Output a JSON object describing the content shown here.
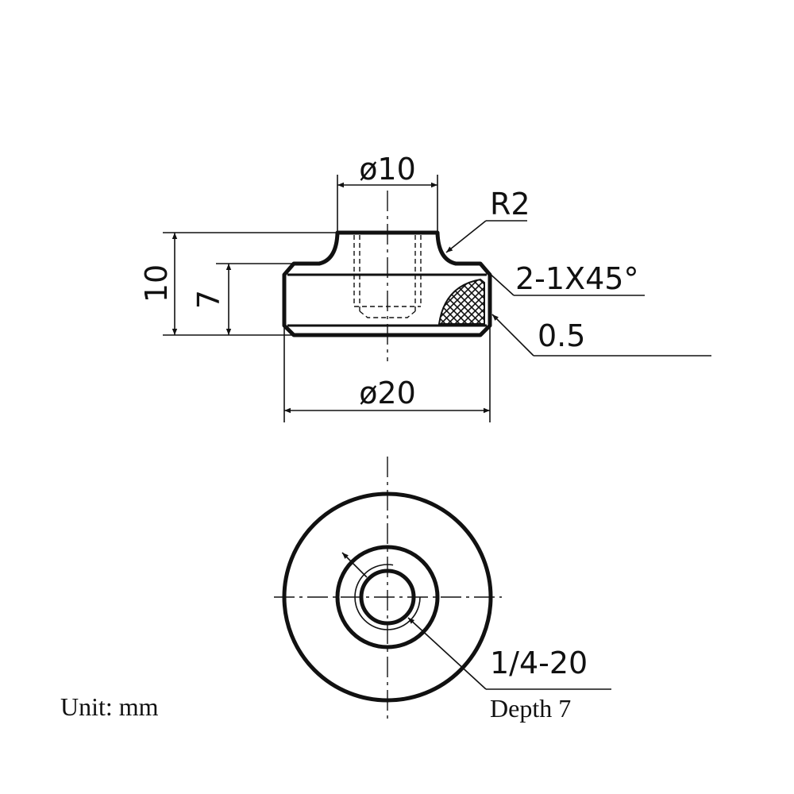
{
  "drawing": {
    "dims": {
      "top_diameter": "ø10",
      "radius": "R2",
      "chamfer": "2-1X45°",
      "knurl_depth": "0.5",
      "base_diameter": "ø20",
      "total_height": "10",
      "base_height": "7"
    },
    "thread": {
      "spec": "1/4-20",
      "depth": "Depth 7"
    },
    "unit": "Unit: mm"
  }
}
